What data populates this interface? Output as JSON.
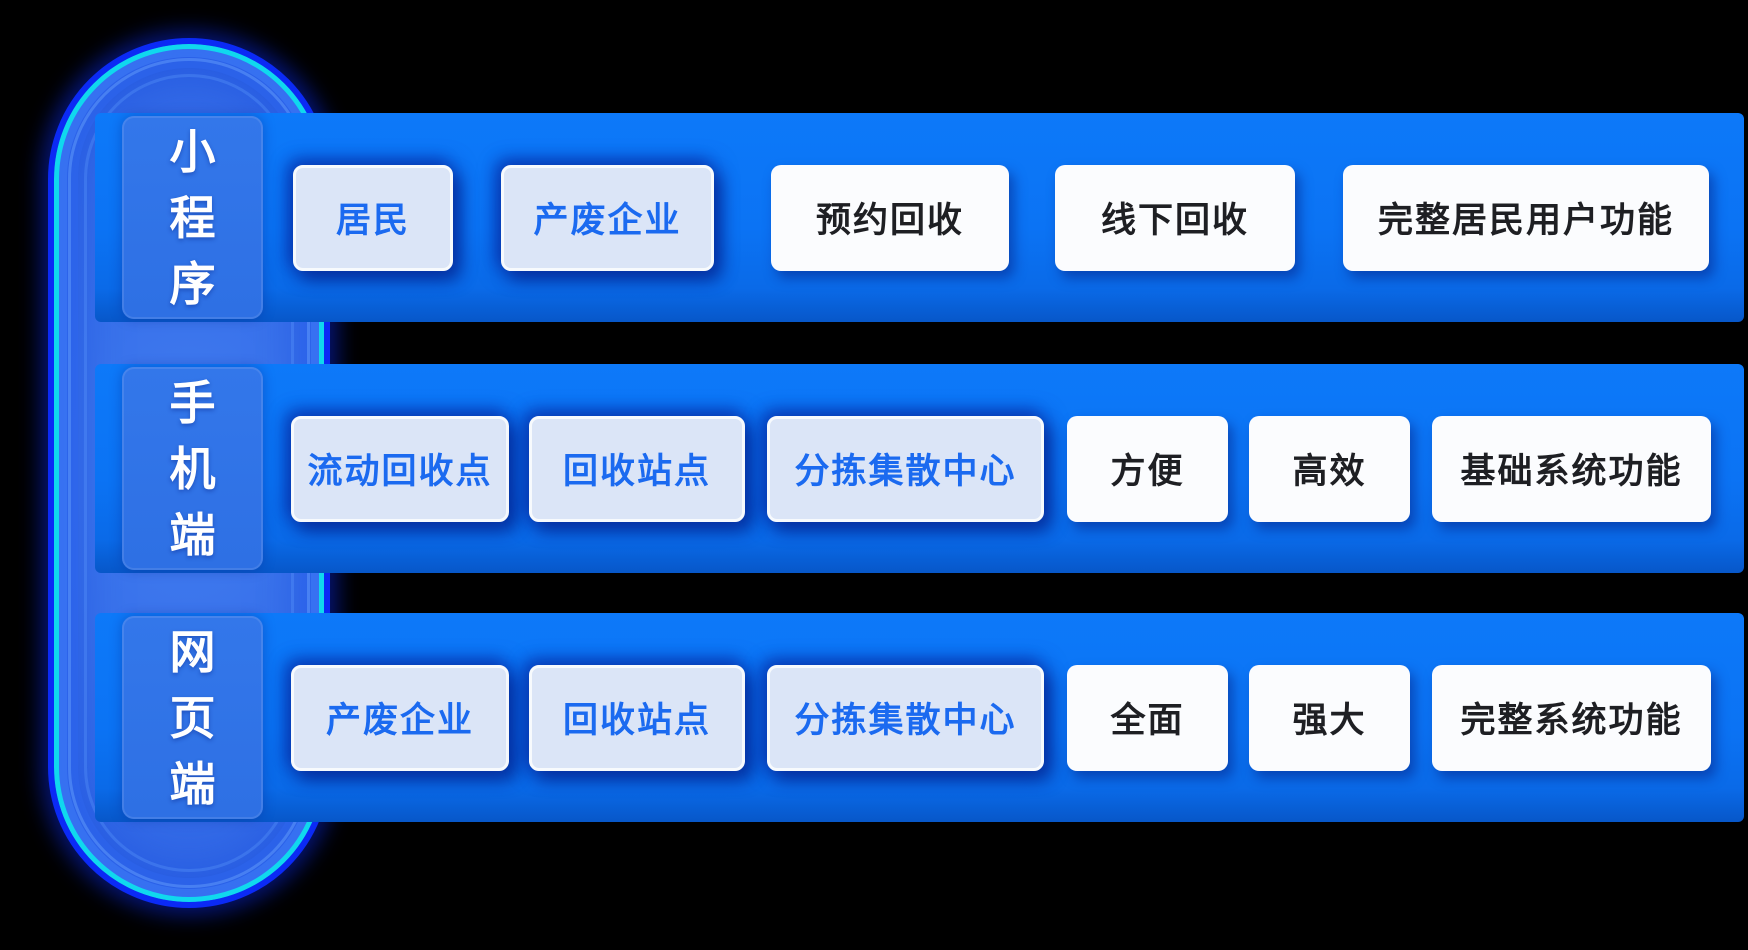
{
  "colors": {
    "bg": "#000000",
    "band_blue": "#0B73F4",
    "band_blue_dark": "#0757C9",
    "capsule_fill": "#3A74E9",
    "glow_blue": "#0B2AF5",
    "glow_cyan": "#10D8EE",
    "tile_blue": "#2E70E4",
    "user_box_bg": "#DBE5F7",
    "user_box_border": "#F7FAFD",
    "user_box_text": "#1B6AF0",
    "feature_box_bg": "#FBFCFE",
    "feature_box_text": "#1E1F23"
  },
  "rows": [
    {
      "id": "miniprogram",
      "label": "小程序",
      "boxes": [
        {
          "text": "居民",
          "kind": "user"
        },
        {
          "text": "产废企业",
          "kind": "user"
        },
        {
          "text": "预约回收",
          "kind": "feature"
        },
        {
          "text": "线下回收",
          "kind": "feature"
        },
        {
          "text": "完整居民用户功能",
          "kind": "feature"
        }
      ]
    },
    {
      "id": "mobile",
      "label": "手机端",
      "boxes": [
        {
          "text": "流动回收点",
          "kind": "user"
        },
        {
          "text": "回收站点",
          "kind": "user"
        },
        {
          "text": "分拣集散中心",
          "kind": "user"
        },
        {
          "text": "方便",
          "kind": "feature"
        },
        {
          "text": "高效",
          "kind": "feature"
        },
        {
          "text": "基础系统功能",
          "kind": "feature"
        }
      ]
    },
    {
      "id": "web",
      "label": "网页端",
      "boxes": [
        {
          "text": "产废企业",
          "kind": "user"
        },
        {
          "text": "回收站点",
          "kind": "user"
        },
        {
          "text": "分拣集散中心",
          "kind": "user"
        },
        {
          "text": "全面",
          "kind": "feature"
        },
        {
          "text": "强大",
          "kind": "feature"
        },
        {
          "text": "完整系统功能",
          "kind": "feature"
        }
      ]
    }
  ]
}
